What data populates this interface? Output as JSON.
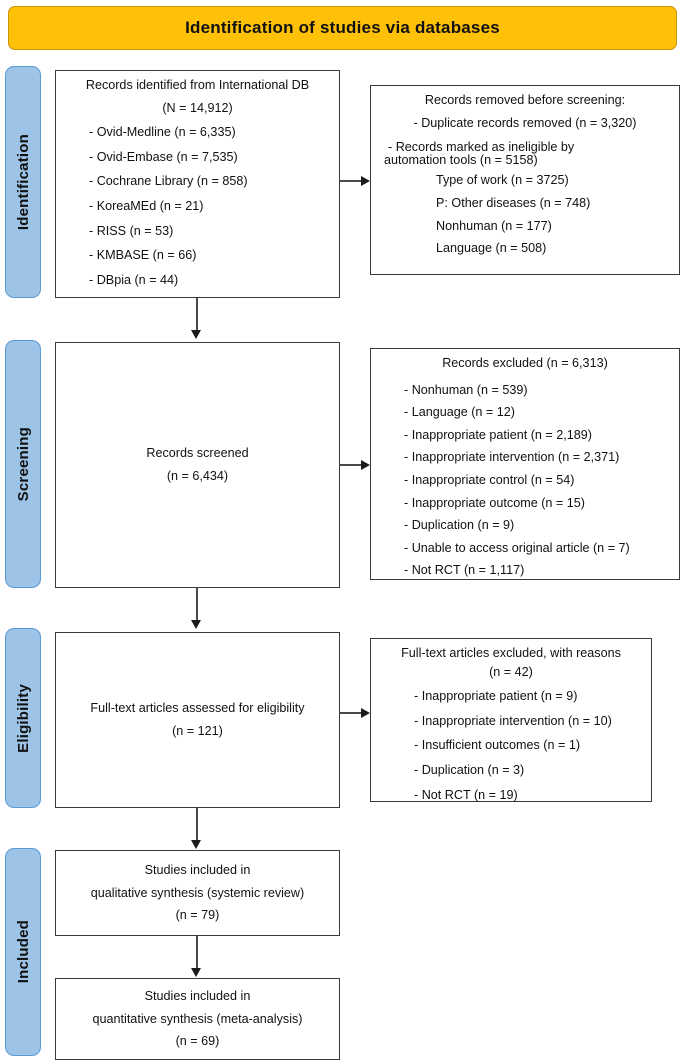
{
  "banner": {
    "title": "Identification of studies via databases"
  },
  "colors": {
    "banner_fill": "#FFC107",
    "stage_fill": "#9DC3E6",
    "box_border": "#3a3a3a",
    "connector": "#4a4a4a"
  },
  "stages": [
    {
      "label": "Identification"
    },
    {
      "label": "Screening"
    },
    {
      "label": "Eligibility"
    },
    {
      "label": "Included"
    }
  ],
  "identification": {
    "records_identified": {
      "title": "Records identified from International DB",
      "total": "(N = 14,912)",
      "sources": [
        "- Ovid-Medline  (n = 6,335)",
        "- Ovid-Embase (n = 7,535)",
        "- Cochrane Library (n = 858)",
        "- KoreaMEd (n = 21)",
        "-   RISS (n = 53)",
        "-   KMBASE (n = 66)",
        "-   DBpia (n = 44)"
      ]
    },
    "records_removed": {
      "title": "Records removed before screening:",
      "duplicate": "- Duplicate records removed (n = 3,320)",
      "automation_line1": "- Records marked as ineligible by",
      "automation_line2": "automation tools   (n = 5158)",
      "automation_reasons": [
        "Type of work (n = 3725)",
        "P: Other diseases (n = 748)",
        "Nonhuman  (n = 177)",
        "Language (n = 508)"
      ]
    }
  },
  "screening": {
    "records_screened": {
      "title": "Records screened",
      "count": "(n = 6,434)"
    },
    "records_excluded": {
      "title": "Records excluded  (n = 6,313)",
      "reasons": [
        "- Nonhuman (n = 539)",
        "- Language (n = 12)",
        "- Inappropriate patient (n = 2,189)",
        "- Inappropriate intervention (n = 2,371)",
        "- Inappropriate control (n = 54)",
        "- Inappropriate outcome (n = 15)",
        "- Duplication (n = 9)",
        "- Unable to access original article (n = 7)",
        "- Not RCT (n = 1,117)"
      ]
    }
  },
  "eligibility": {
    "fulltext_assessed": {
      "title": "Full-text articles assessed for eligibility",
      "count": "(n = 121)"
    },
    "fulltext_excluded": {
      "title": "Full-text articles excluded, with reasons",
      "count": "(n = 42)",
      "reasons": [
        "-  Inappropriate patient (n = 9)",
        "-  Inappropriate intervention (n = 10)",
        "-  Insufficient outcomes (n = 1)",
        "-  Duplication (n = 3)",
        "-  Not RCT (n = 19)"
      ]
    }
  },
  "included": {
    "qualitative": {
      "line1": "Studies included in",
      "line2": "qualitative synthesis (systemic review)",
      "count": "(n = 79)"
    },
    "quantitative": {
      "line1": "Studies included in",
      "line2": "quantitative synthesis (meta-analysis)",
      "count": "(n = 69)"
    }
  }
}
